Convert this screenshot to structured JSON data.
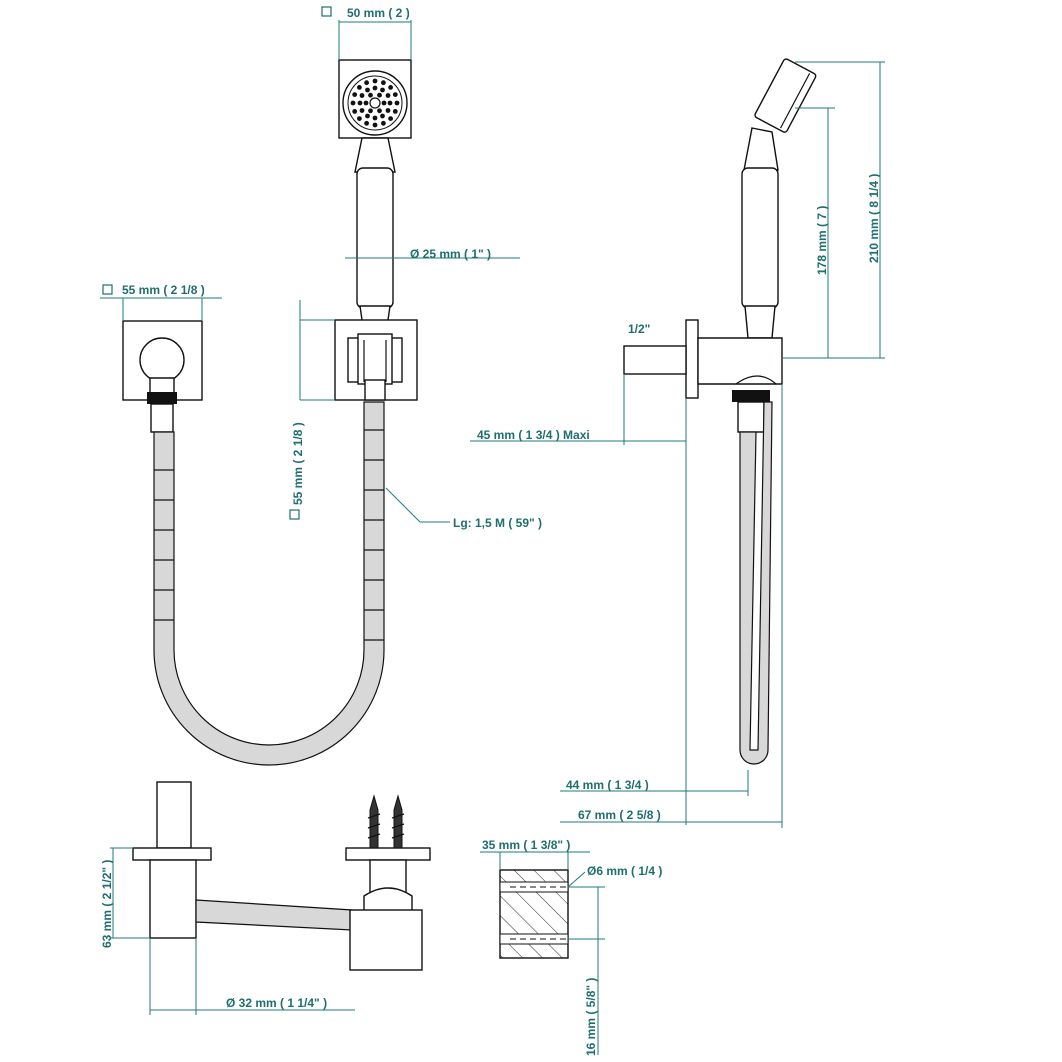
{
  "labels": {
    "head_width": "50 mm ( 2 )",
    "handle_diameter": "Ø  25 mm ( 1\" )",
    "outlet_square": "55 mm ( 2 1/8 )",
    "holder_square": "55 mm ( 2 1/8 )",
    "hose_length": "Lg: 1,5 M ( 59\" )",
    "thread": "1/2\"",
    "projection": "45 mm ( 1 3/4 )  Maxi",
    "handle_length": "178 mm ( 7 )",
    "total_height": "210 mm ( 8 1/4 )",
    "holder_depth": "44 mm ( 1 3/4 )",
    "total_depth": "67 mm ( 2 5/8 )",
    "outlet_height": "63 mm ( 2 1/2\" )",
    "outlet_diameter": "Ø  32 mm ( 1 1/4\" )",
    "block_width": "35 mm ( 1 3/8\" )",
    "hole_diameter": "Ø6 mm ( 1/4 )",
    "hole_offset": "16 mm ( 5/8\" )"
  },
  "colors": {
    "dimension": "#1f6e6e",
    "outline": "#111111",
    "hose": "#d8d8d8"
  },
  "icons": {
    "square_symbol": "square-icon"
  }
}
